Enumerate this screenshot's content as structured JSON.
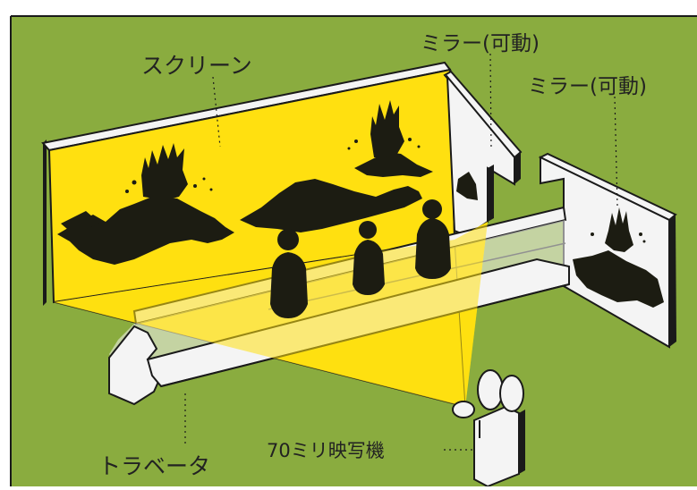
{
  "labels": {
    "screen": "スクリーン",
    "mirror_left": "ミラー(可動)",
    "mirror_right": "ミラー(可動)",
    "projector": "70ミリ映写機",
    "travelator": "トラベータ"
  },
  "colors": {
    "background": "#8aac3f",
    "beam": "#ffe010",
    "panel": "#f4f4f4",
    "silhouette": "#1c1c12",
    "outline": "#1a1a1a",
    "label_text": "#222222"
  },
  "icons": {
    "volcano": "volcano-silhouette-icon",
    "person": "person-silhouette-icon",
    "projector": "film-projector-icon"
  }
}
